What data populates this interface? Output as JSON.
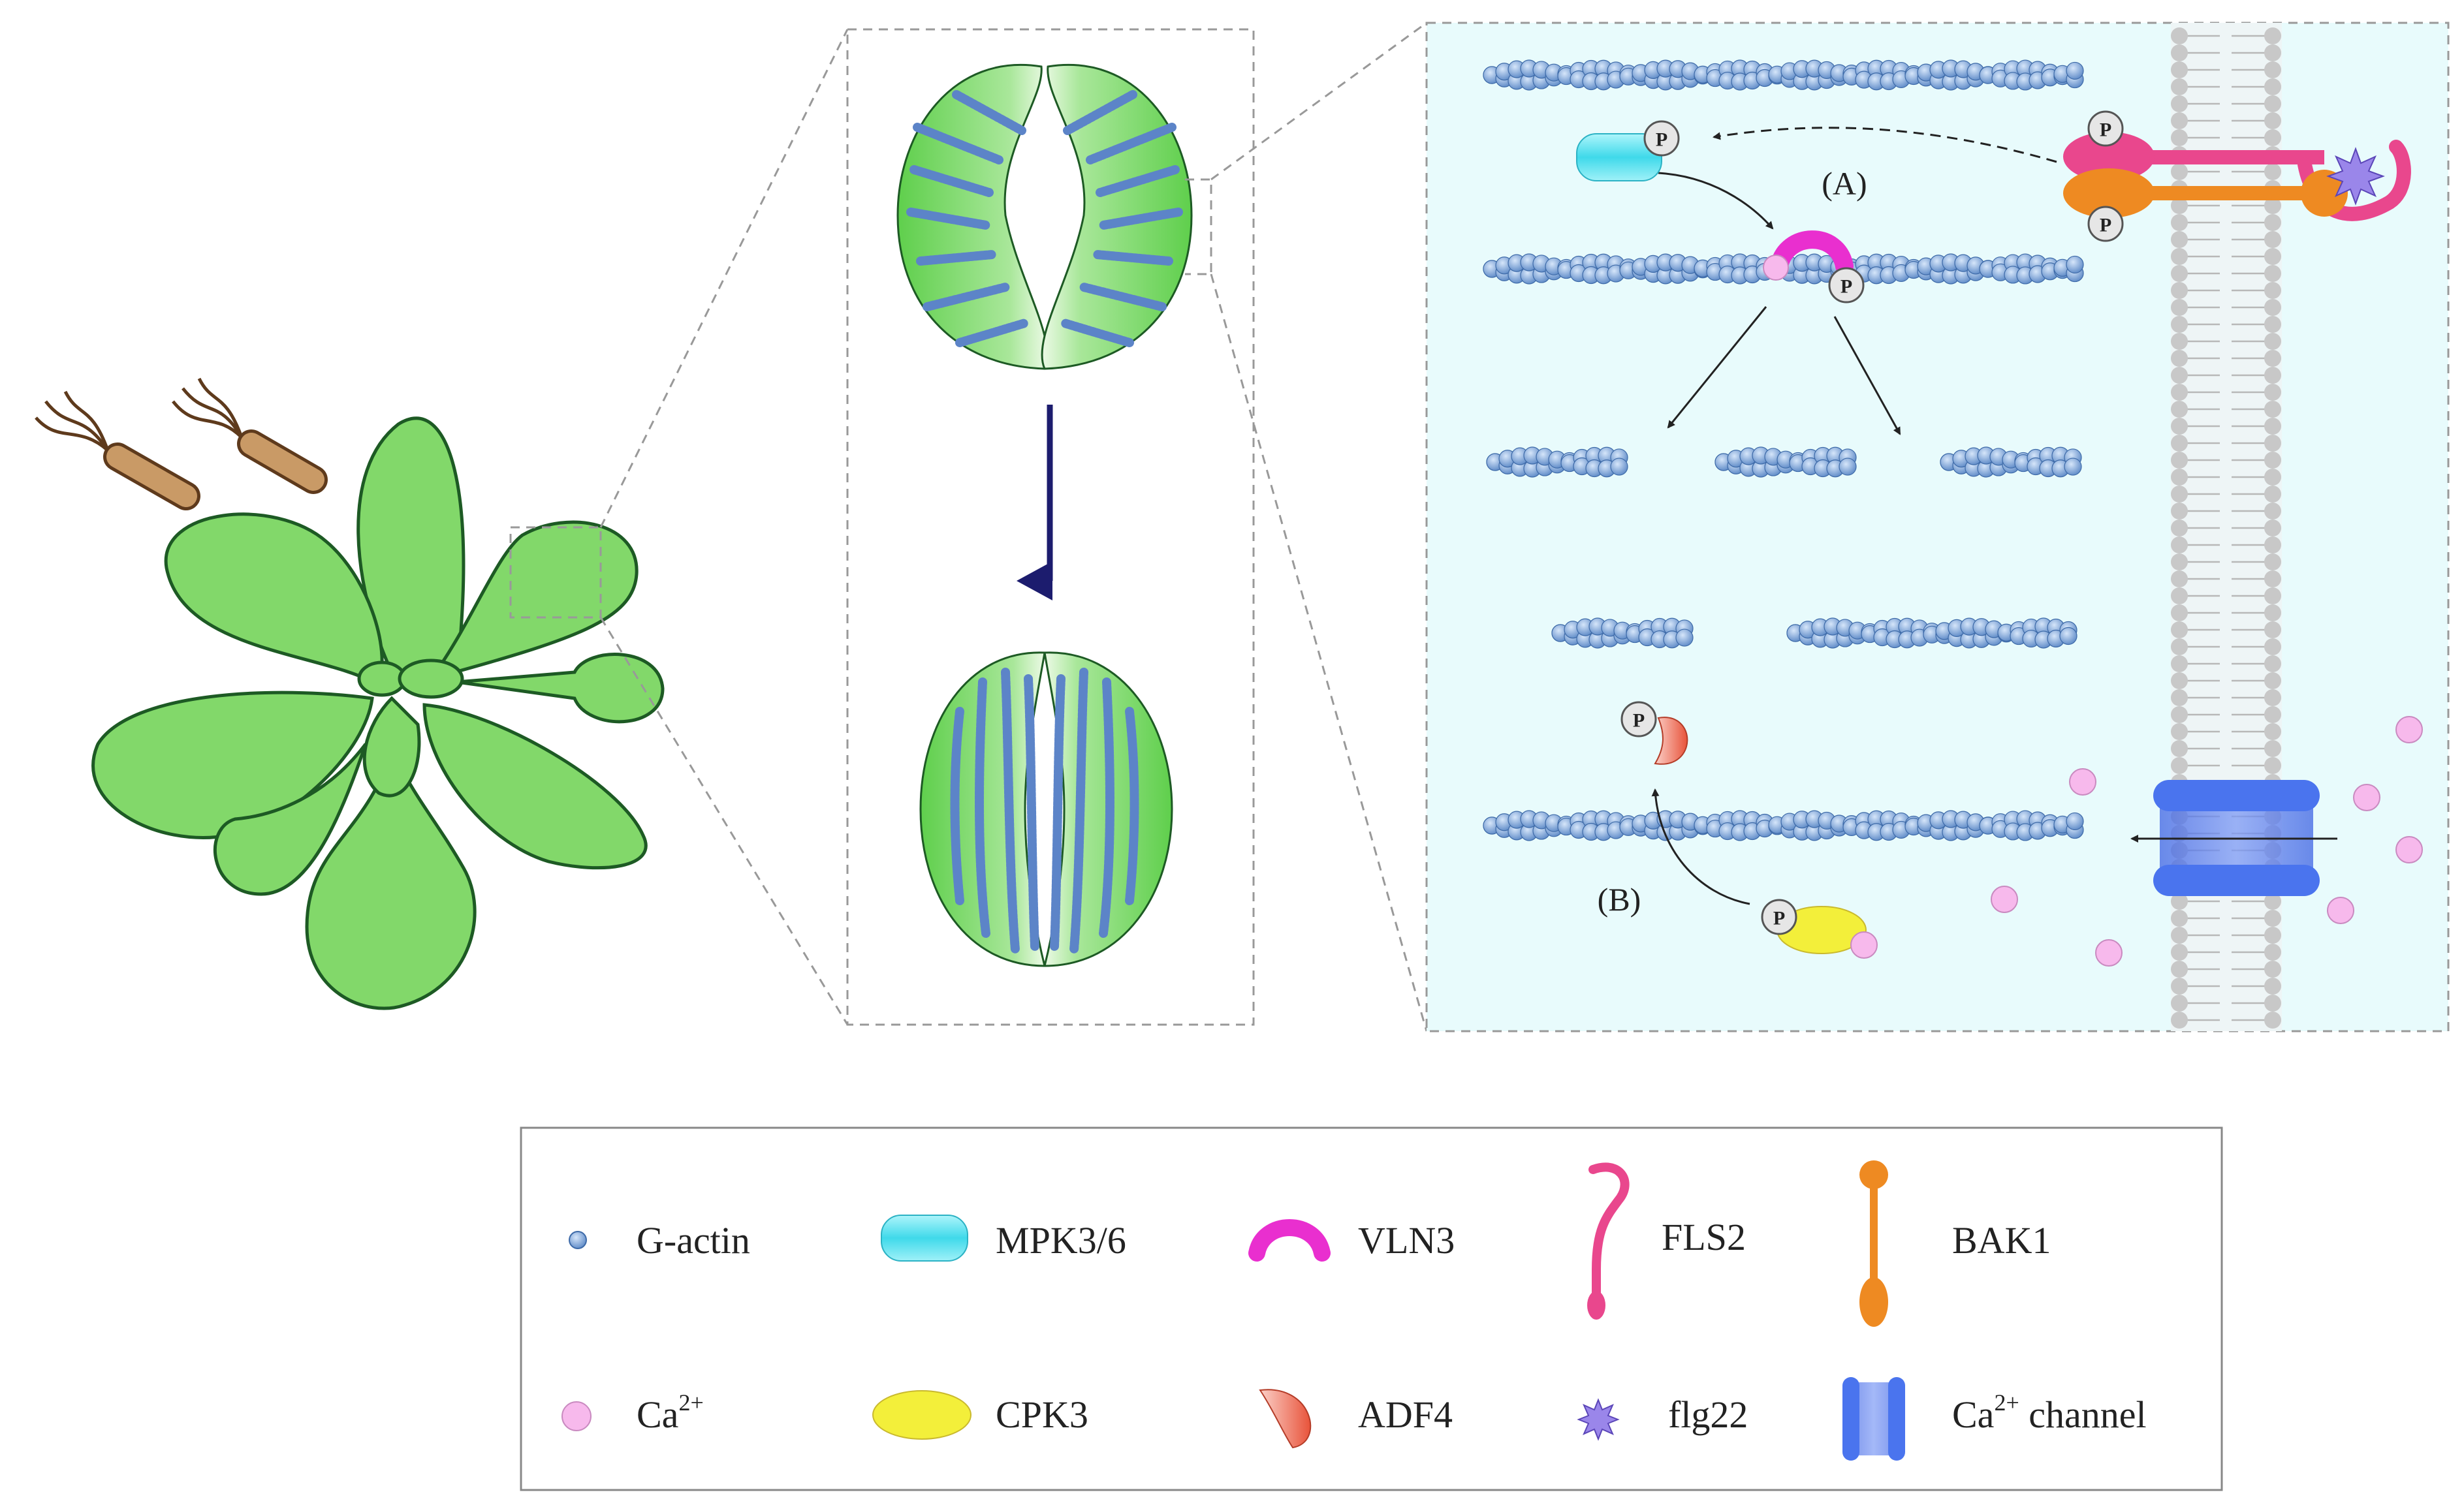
{
  "colors": {
    "leaf": "#82d86a",
    "leaf_stroke": "#1d5a24",
    "cell_bg": "#e8fbfc",
    "actin": "#6f98cf",
    "mpk": "#3fd9ea",
    "vln3": "#e92fcf",
    "fls2": "#e9478d",
    "bak1": "#ee8a22",
    "calcium": "#f7b9ec",
    "cpk3": "#f3ef3a",
    "adf4": "#e8533a",
    "flg22": "#9a86ea",
    "channel": "#4a74ee",
    "arrow_dark": "#1c1c6e"
  },
  "labels": {
    "pathway_a": "(A)",
    "pathway_b": "(B)",
    "phospho": "P"
  },
  "legend": {
    "items": [
      {
        "icon": "g-actin-icon",
        "label": "G-actin"
      },
      {
        "icon": "mpk-icon",
        "label": "MPK3/6"
      },
      {
        "icon": "vln3-icon",
        "label": "VLN3"
      },
      {
        "icon": "fls2-icon",
        "label": "FLS2"
      },
      {
        "icon": "bak1-icon",
        "label": "BAK1"
      },
      {
        "icon": "calcium-icon",
        "label": "Ca",
        "sup": "2+"
      },
      {
        "icon": "cpk3-icon",
        "label": "CPK3"
      },
      {
        "icon": "adf4-icon",
        "label": "ADF4"
      },
      {
        "icon": "flg22-icon",
        "label": "flg22"
      },
      {
        "icon": "channel-icon",
        "label": "Ca",
        "sup": "2+",
        "suffix": " channel"
      }
    ]
  }
}
